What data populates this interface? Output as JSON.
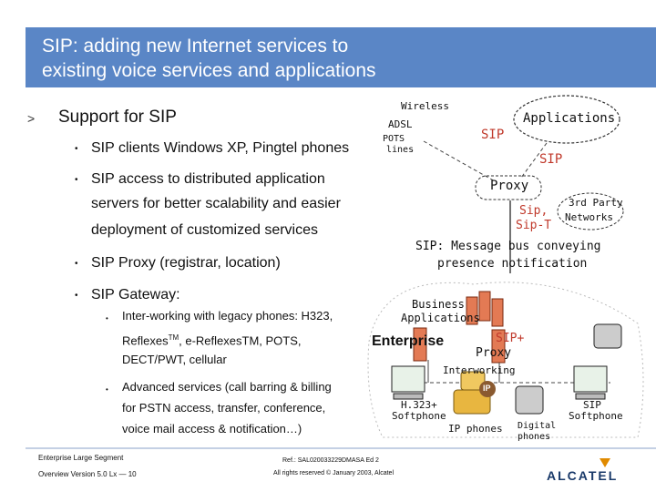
{
  "slide": {
    "title": "SIP: adding new Internet services to\nexisting voice services and applications",
    "level1": "Support for SIP",
    "bullets": [
      "SIP clients Windows XP, Pingtel phones",
      "SIP access to distributed application",
      "servers for better scalability and easier",
      "deployment of customized services",
      "SIP Proxy (registrar, location)",
      "SIP Gateway:"
    ],
    "subbullets": [
      "Inter-working  with legacy phones: H323,",
      "Reflexes",
      "TM",
      ", e-Reflexes",
      "TM, POTS,",
      "DECT/PWT, cellular",
      "Advanced services (call barring & billing",
      "for PSTN access, transfer, conference,",
      "voice mail access & notification…)"
    ]
  },
  "diagram": {
    "wireless": "Wireless",
    "adsl": "ADSL",
    "pots": "POTS",
    "lines": "lines",
    "applications": "Applications",
    "sip_top": "SIP",
    "sip_right": "SIP",
    "proxy": "Proxy",
    "third_party": "3rd Party",
    "networks": "Networks",
    "sip_comma": "Sip,",
    "sip_t": "Sip-T",
    "message_bus_1": "SIP: Message bus conveying",
    "message_bus_2": "presence notification",
    "business": "Business",
    "business_apps": "Applications",
    "enterprise": "Enterprise",
    "sip_plus": "SIP+",
    "proxy2": "Proxy",
    "interworking": "Interworking",
    "h323": "H.323+",
    "softphone": "Softphone",
    "ip_phones": "IP phones",
    "digital": "Digital",
    "phones": "phones",
    "sip_soft_1": "SIP",
    "sip_soft_2": "Softphone",
    "ip_logo": "IP"
  },
  "footer": {
    "segment": "Enterprise Large Segment",
    "overview": "Overview Version 5.0 Lx  — 10",
    "ref": "Ref.: SAL020033229DMASA Ed 2",
    "rights": "All rights reserved © January 2003, Alcatel",
    "logo": "ALCATEL"
  },
  "colors": {
    "band": "#5a86c6",
    "accent": "#c0392b",
    "logo_arrow": "#e08a00"
  }
}
